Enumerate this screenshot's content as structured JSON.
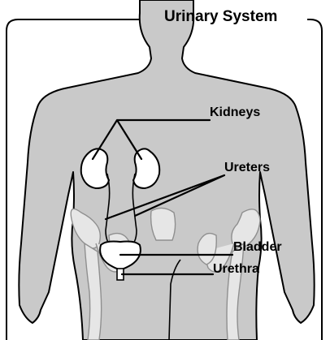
{
  "title": "Urinary System",
  "labels": {
    "kidneys": "Kidneys",
    "ureters": "Ureters",
    "bladder": "Bladder",
    "urethra": "Urethra"
  },
  "colors": {
    "body": "#c9c9c9",
    "organ": "#ffffff",
    "bone": "#e6e6e6",
    "outline": "#000000"
  }
}
